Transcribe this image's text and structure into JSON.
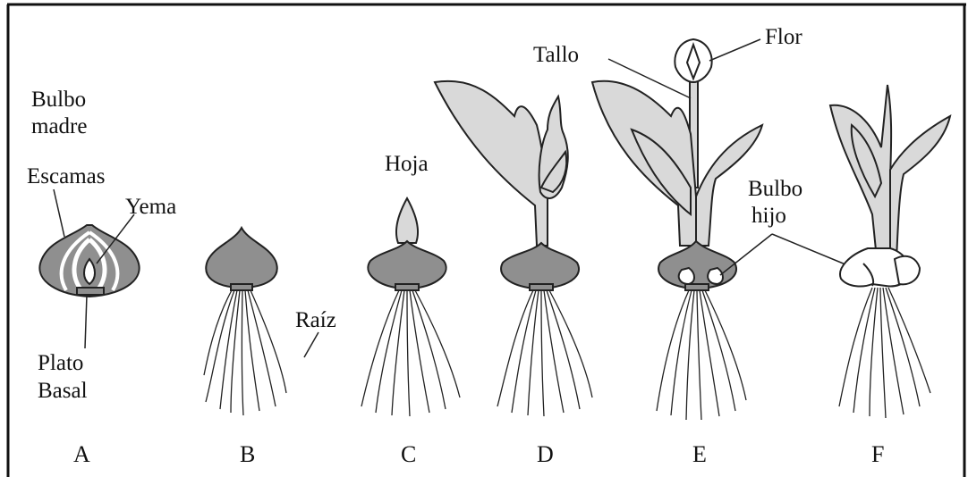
{
  "labels": {
    "bulbo_madre_1": "Bulbo",
    "bulbo_madre_2": "madre",
    "escamas": "Escamas",
    "yema": "Yema",
    "plato_1": "Plato",
    "plato_2": "Basal",
    "raiz": "Raíz",
    "hoja": "Hoja",
    "tallo": "Tallo",
    "flor": "Flor",
    "bulbo_hijo_1": "Bulbo",
    "bulbo_hijo_2": "hijo"
  },
  "stages": [
    "A",
    "B",
    "C",
    "D",
    "E",
    "F"
  ],
  "colors": {
    "bulb": "#8f8f8f",
    "leaf": "#d9d9d9",
    "outline": "#222222",
    "border": "#111111"
  }
}
